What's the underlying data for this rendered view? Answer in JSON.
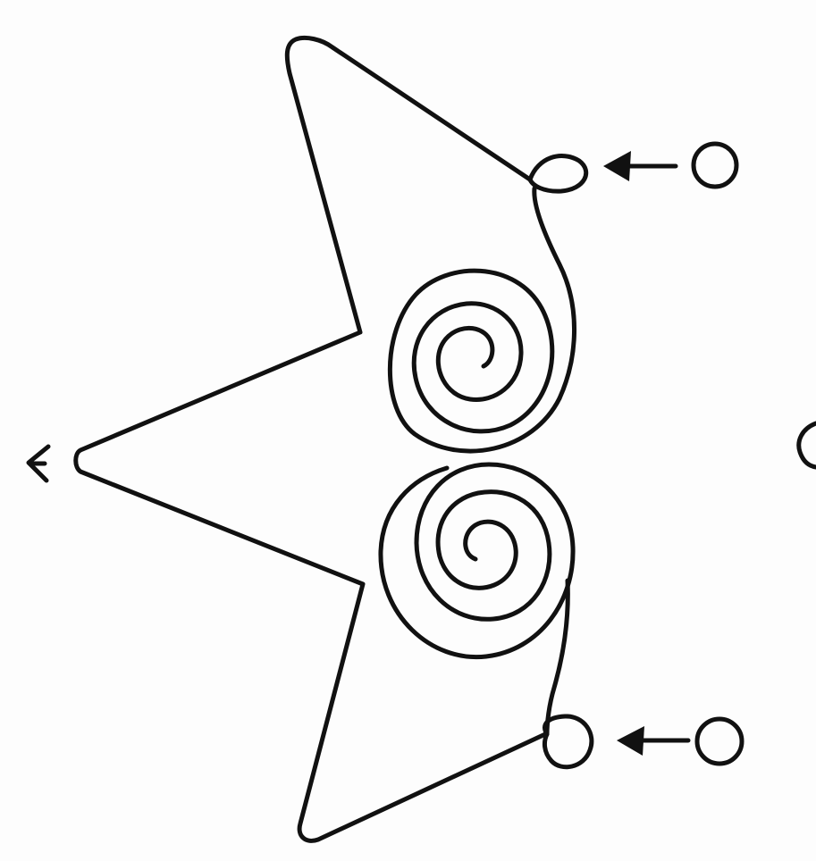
{
  "diagram": {
    "ink_color": "#111111",
    "background_color": "#fdfdfd",
    "elements": [
      "star-outline",
      "upper-spiral",
      "lower-spiral",
      "top-loop",
      "bottom-loop",
      "top-arrow-icon",
      "bottom-arrow-icon",
      "top-ring",
      "bottom-ring",
      "left-arrowhead-icon",
      "right-edge-partial-mark"
    ]
  }
}
